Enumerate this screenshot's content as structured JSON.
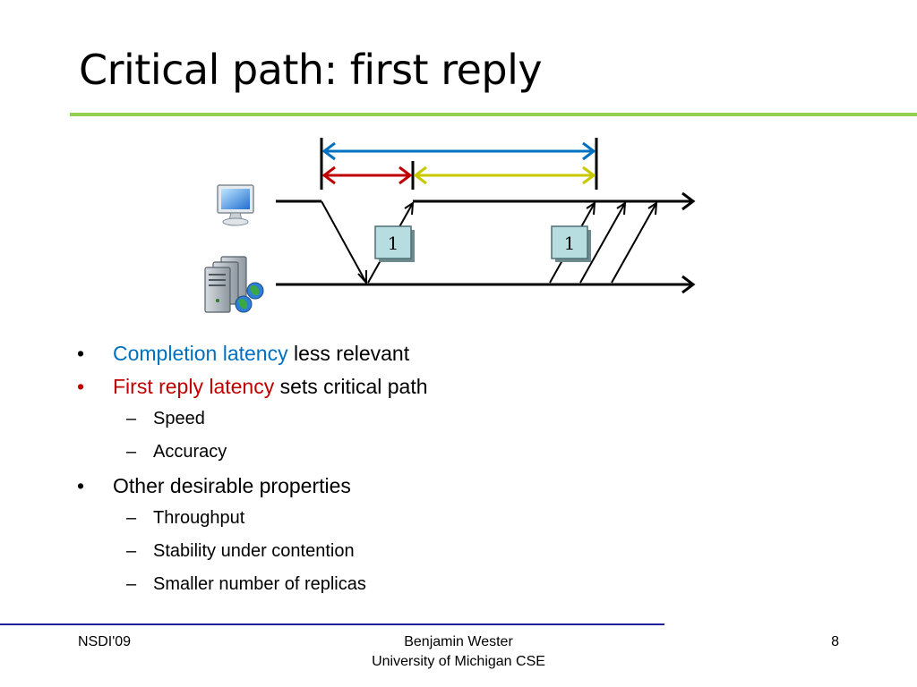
{
  "slide": {
    "title": "Critical path: first reply"
  },
  "diagram": {
    "request_label_1": "1",
    "request_label_2": "1",
    "colors": {
      "completion_arrow": "#0070c0",
      "first_reply_arrow": "#c00000",
      "remaining_arrow": "#c8c800",
      "box_fill": "#b7dde0",
      "box_border": "#4f6f74"
    },
    "icons": [
      "client-computer-icon",
      "server-cluster-icon"
    ]
  },
  "bullets": [
    {
      "accent": "Completion latency",
      "accent_color": "blue",
      "text": " less relevant",
      "sub": []
    },
    {
      "accent": "First reply latency",
      "accent_color": "red",
      "text": " sets critical path",
      "sub": [
        "Speed",
        "Accuracy"
      ]
    },
    {
      "accent": "",
      "accent_color": "",
      "text": "Other desirable properties",
      "sub": [
        "Throughput",
        "Stability under contention",
        "Smaller number of replicas"
      ]
    }
  ],
  "footer": {
    "left": "NSDI'09",
    "center_line1": "Benjamin Wester",
    "center_line2": "University of Michigan CSE",
    "page_number": "8"
  }
}
